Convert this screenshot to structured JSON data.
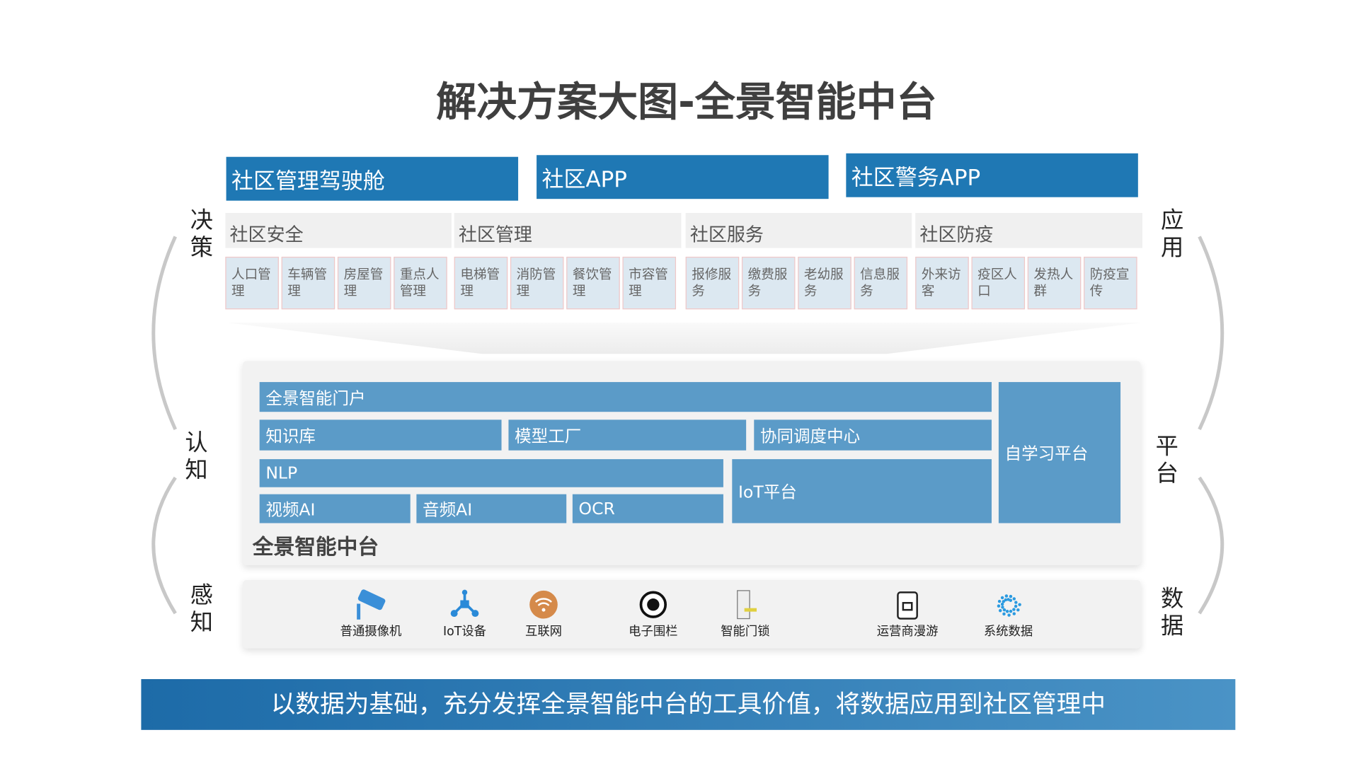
{
  "title": "解决方案大图-全景智能中台",
  "apps": [
    "社区管理驾驶舱",
    "社区APP",
    "社区警务APP"
  ],
  "categories": [
    {
      "label": "社区安全",
      "items": [
        "人口管理",
        "车辆管理",
        "房屋管理",
        "重点人管理"
      ]
    },
    {
      "label": "社区管理",
      "items": [
        "电梯管理",
        "消防管理",
        "餐饮管理",
        "市容管理"
      ]
    },
    {
      "label": "社区服务",
      "items": [
        "报修服务",
        "缴费服务",
        "老幼服务",
        "信息服务"
      ]
    },
    {
      "label": "社区防疫",
      "items": [
        "外来访客",
        "疫区人口",
        "发热人群",
        "防疫宣传"
      ]
    }
  ],
  "platform": {
    "portal": "全景智能门户",
    "knowledge": "知识库",
    "model": "模型工厂",
    "dispatch": "协同调度中心",
    "nlp": "NLP",
    "video": "视频AI",
    "audio": "音频AI",
    "ocr": "OCR",
    "iot": "IoT平台",
    "selflearn": "自学习平台",
    "label": "全景智能中台"
  },
  "sensing": [
    "普通摄像机",
    "IoT设备",
    "互联网",
    "电子围栏",
    "智能门锁",
    "运营商漫游",
    "系统数据"
  ],
  "side_left": [
    "决策",
    "认知",
    "感知"
  ],
  "side_right": [
    "应用",
    "平台",
    "数据"
  ],
  "banner": "以数据为基础，充分发挥全景智能中台的工具价值，将数据应用到社区管理中"
}
